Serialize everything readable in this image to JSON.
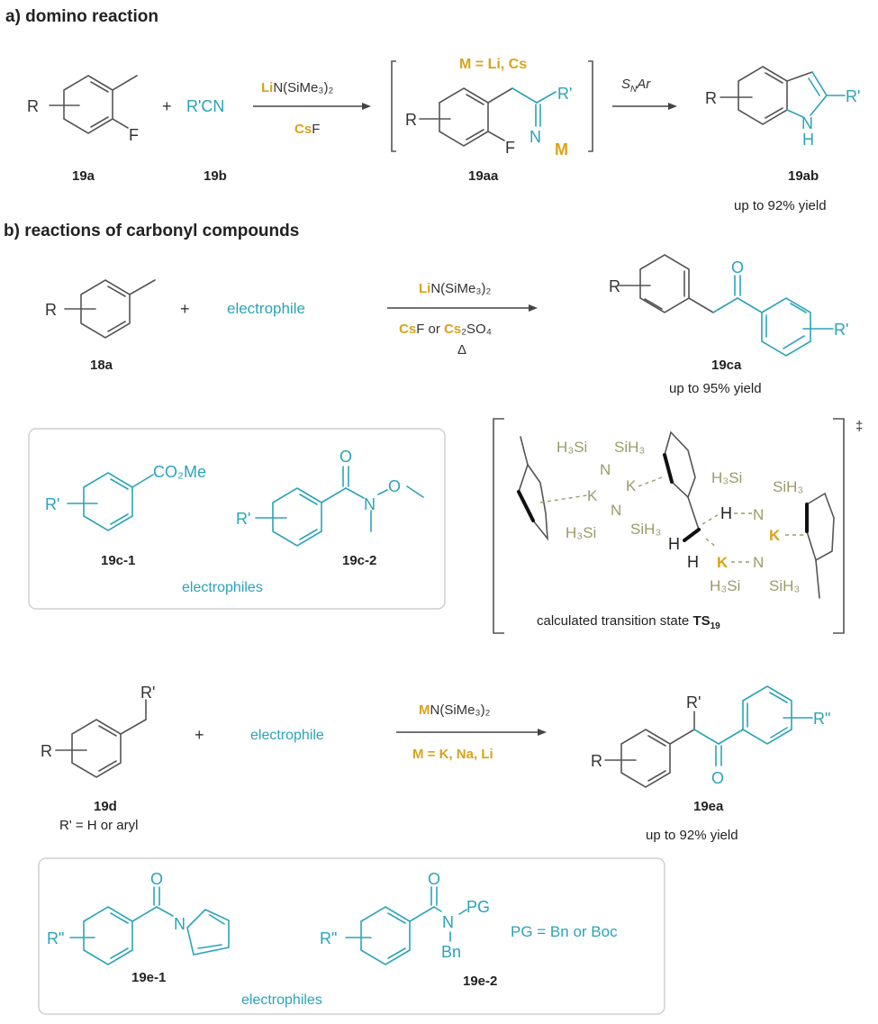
{
  "figure": {
    "section_a": {
      "heading": "a) domino reaction",
      "reactant_1": {
        "id": "19a",
        "R": "R",
        "F": "F"
      },
      "plus": "+",
      "reactant_2": {
        "id": "19b",
        "formula": "R'CN"
      },
      "arrow_1": {
        "above_metal": "Li",
        "above_rest": "N(SiMe₃)₂",
        "below_metal": "Cs",
        "below_rest": "F"
      },
      "intermediate": {
        "id": "19aa",
        "note_M": "M",
        "note_eq": " = ",
        "note_metals": "Li, Cs",
        "R": "R",
        "Rprime": "R'",
        "F": "F",
        "N": "N",
        "M": "M"
      },
      "arrow_2": {
        "label_S": "S",
        "label_N": "N",
        "label_Ar": "Ar"
      },
      "product": {
        "id": "19ab",
        "R": "R",
        "Rprime": "R'",
        "N": "N",
        "H": "H",
        "yield": "up to 92% yield"
      }
    },
    "section_b": {
      "heading": "b) reactions of carbonyl compounds",
      "reaction_1": {
        "reactant": {
          "id": "18a",
          "R": "R"
        },
        "plus": "+",
        "electrophile": "electrophile",
        "arrow": {
          "above_metal": "Li",
          "above_rest": "N(SiMe₃)₂",
          "below_1_metal": "Cs",
          "below_1_rest": "F or ",
          "below_2_metal": "Cs",
          "below_2_rest": "₂SO₄",
          "below_3": "Δ"
        },
        "product": {
          "id": "19ca",
          "R": "R",
          "O": "O",
          "Rprime": "R'",
          "yield": "up to 95% yield"
        }
      },
      "electrophiles_box_1": {
        "label": "electrophiles",
        "items": [
          {
            "id": "19c-1",
            "R": "R'",
            "group": "CO₂Me"
          },
          {
            "id": "19c-2",
            "R": "R'",
            "O": "O",
            "N": "N",
            "O2": "O"
          }
        ]
      },
      "transition_state": {
        "caption": "calculated transition state ",
        "caption_bold": "TS",
        "caption_sub": "19",
        "dagger": "‡",
        "labels": {
          "H3Si": "H₃Si",
          "SiH3": "SiH₃",
          "N": "N",
          "K": "K",
          "H": "H"
        }
      },
      "reaction_2": {
        "reactant": {
          "id": "19d",
          "R": "R",
          "Rprime": "R'",
          "note": "R' = H or aryl"
        },
        "plus": "+",
        "electrophile": "electrophile",
        "arrow": {
          "above_metal": "M",
          "above_rest": "N(SiMe₃)₂",
          "below_M": "M",
          "below_eq": " = ",
          "below_metals": "K, Na, Li"
        },
        "product": {
          "id": "19ea",
          "R": "R",
          "Rprime": "R'",
          "O": "O",
          "Rdouble": "R\"",
          "yield": "up to 92% yield"
        }
      },
      "electrophiles_box_2": {
        "label": "electrophiles",
        "items": [
          {
            "id": "19e-1",
            "R": "R\"",
            "O": "O",
            "N": "N"
          },
          {
            "id": "19e-2",
            "R": "R\"",
            "O": "O",
            "N": "N",
            "PG": "PG",
            "Bn": "Bn",
            "note": "PG = Bn or Boc"
          }
        ]
      }
    },
    "colors": {
      "teal": "#2aa3b8",
      "gold": "#d9a21a",
      "olive": "#9b9b6a",
      "bond": "#555555"
    }
  }
}
